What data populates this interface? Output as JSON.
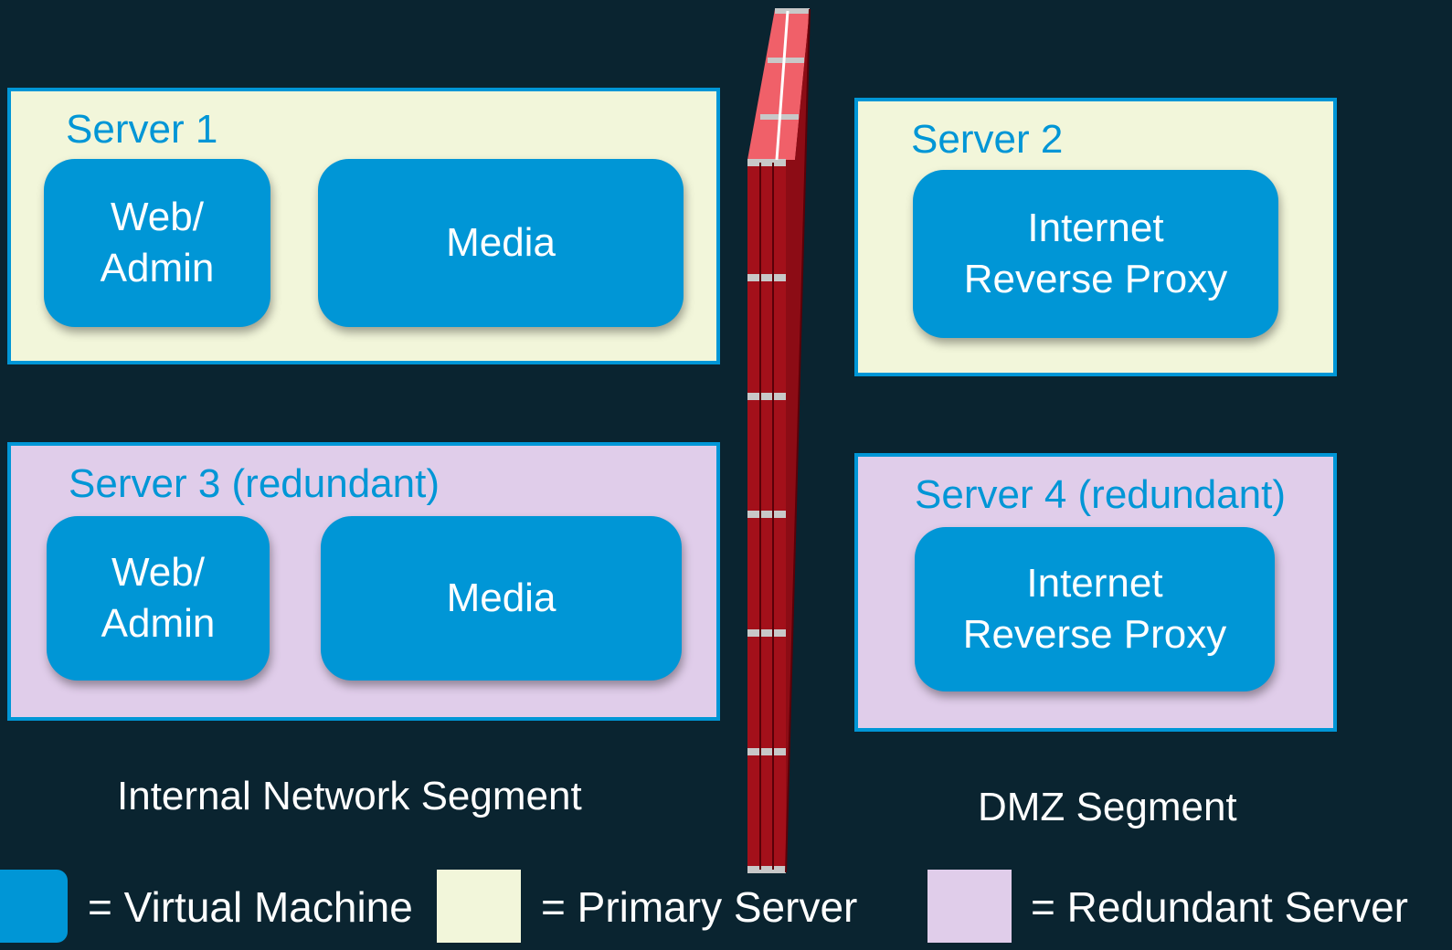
{
  "colors": {
    "background": "#0a2430",
    "virtual_machine": "#0096d6",
    "primary_server": "#f2f6da",
    "redundant_server": "#e0cdea",
    "firewall_brick": "#a3101a",
    "firewall_top": "#f0606a",
    "mortar": "#c8c8c8"
  },
  "internal_segment": {
    "label": "Internal Network Segment",
    "servers": [
      {
        "title": "Server 1",
        "type": "primary",
        "vms": [
          {
            "lines": [
              "Web/",
              "Admin"
            ]
          },
          {
            "lines": [
              "Media"
            ]
          }
        ]
      },
      {
        "title": "Server 3 (redundant)",
        "type": "redundant",
        "vms": [
          {
            "lines": [
              "Web/",
              "Admin"
            ]
          },
          {
            "lines": [
              "Media"
            ]
          }
        ]
      }
    ]
  },
  "dmz_segment": {
    "label": "DMZ Segment",
    "servers": [
      {
        "title": "Server 2",
        "type": "primary",
        "vms": [
          {
            "lines": [
              "Internet",
              "Reverse Proxy"
            ]
          }
        ]
      },
      {
        "title": "Server 4 (redundant)",
        "type": "redundant",
        "vms": [
          {
            "lines": [
              "Internet",
              "Reverse Proxy"
            ]
          }
        ]
      }
    ]
  },
  "firewall": {
    "icon": "firewall-brick-wall-icon"
  },
  "legend": [
    {
      "swatch": "virtual_machine",
      "label": "= Virtual Machine"
    },
    {
      "swatch": "primary_server",
      "label": "= Primary Server"
    },
    {
      "swatch": "redundant_server",
      "label": "= Redundant Server"
    }
  ]
}
